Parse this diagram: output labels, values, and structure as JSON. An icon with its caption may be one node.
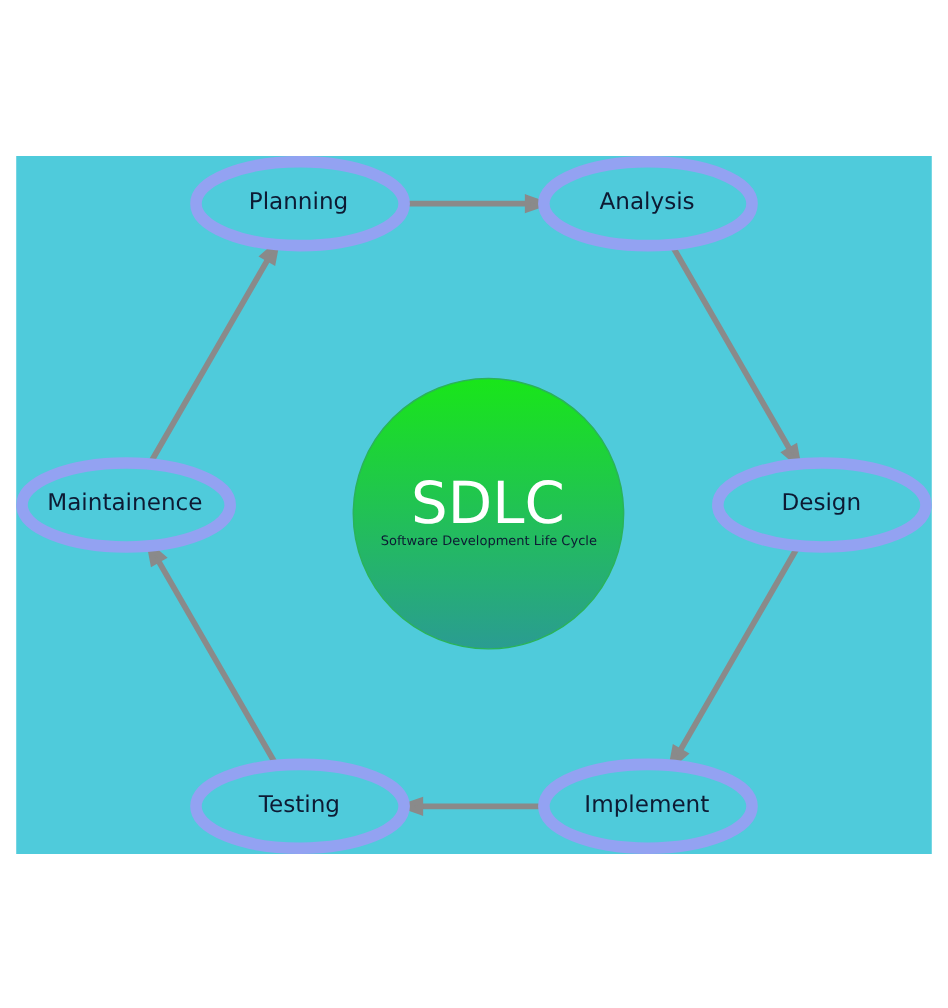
{
  "diagram": {
    "nodes": [
      {
        "text": [
          "SDLC",
          "Software Development Life Cycle"
        ]
      },
      {
        "text": [
          "Planning"
        ]
      },
      {
        "text": [
          "Analysis"
        ]
      },
      {
        "text": [
          "Design"
        ]
      },
      {
        "text": [
          "Implement"
        ]
      },
      {
        "text": [
          "Testing"
        ]
      },
      {
        "text": [
          "Maintainence"
        ]
      }
    ],
    "edges": [
      {
        "from": 1,
        "to": 2,
        "arrow": "to"
      },
      {
        "from": 2,
        "to": 3,
        "arrow": "to"
      },
      {
        "from": 3,
        "to": 4,
        "arrow": "to"
      },
      {
        "from": 4,
        "to": 5,
        "arrow": "to"
      },
      {
        "from": 5,
        "to": 6,
        "arrow": "to"
      },
      {
        "from": 6,
        "to": 1,
        "arrow": "to"
      }
    ]
  }
}
